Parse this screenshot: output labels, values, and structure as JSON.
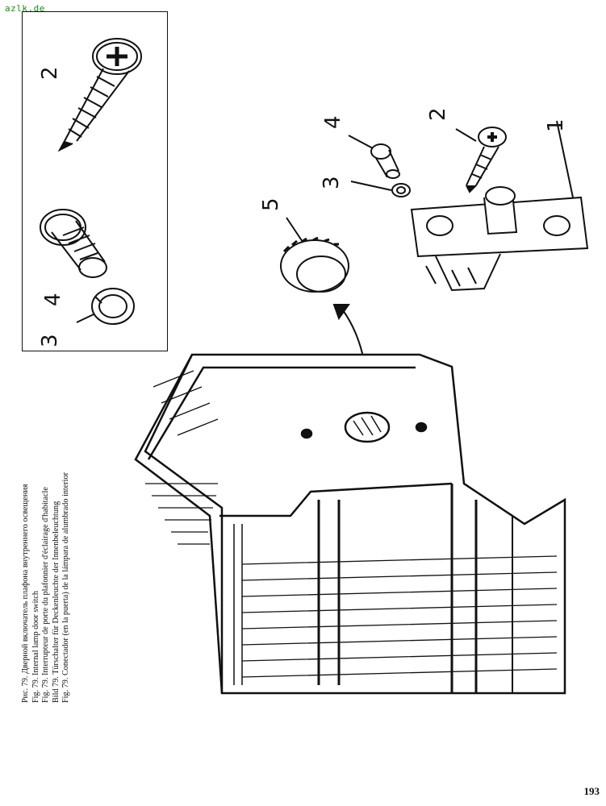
{
  "watermark": "azlk.de",
  "captions": [
    "Рис. 79. Дверной включатель плафона внутреннего освещения",
    "Fig. 79. Internal lamp door switch",
    "Fig. 79. Interrupteur de porte du plafonnier d'éclairage d'habitacle",
    "Bild 79. Türschalter für Deckenleuchte der Innenbeleuchtung",
    "Fig. 79. Conectador (en la puerta) de la lámpara de alumbrado interior"
  ],
  "part_labels": {
    "inset_screw": "2",
    "inset_bolt": "4",
    "inset_washer": "3",
    "main_switch": "1",
    "main_screw": "2",
    "main_bolt": "4",
    "main_washer": "3",
    "main_cap": "5"
  },
  "page_number": "193"
}
